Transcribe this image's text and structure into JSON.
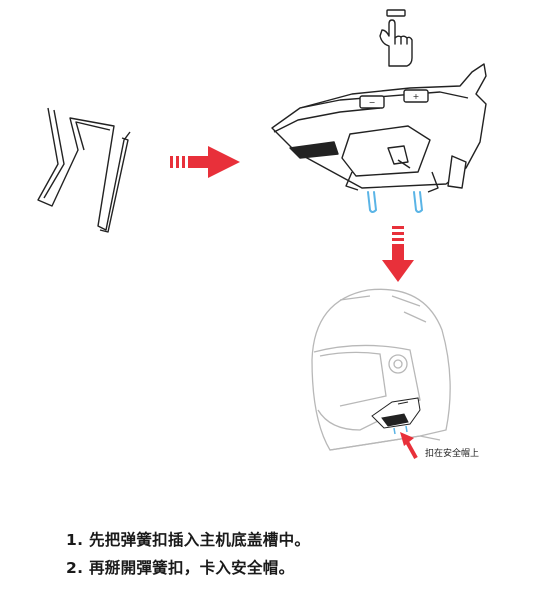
{
  "callout": {
    "label": "扣在安全帽上"
  },
  "steps": [
    "1. 先把弹簧扣插入主机底盖槽中。",
    "2. 再掰開彈簧扣，卡入安全帽。"
  ],
  "colors": {
    "arrow": "#e8303a",
    "clip_highlight": "#5ab4e6",
    "helmet_line": "#b8b8b8",
    "ink": "#1a1a1a"
  }
}
